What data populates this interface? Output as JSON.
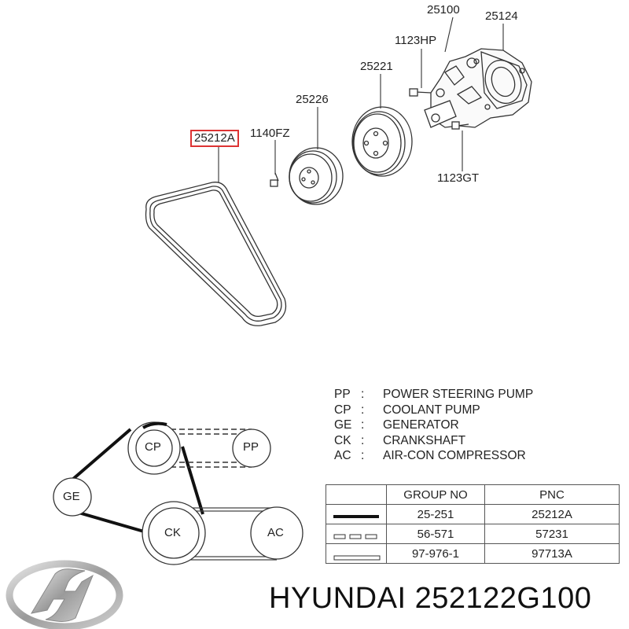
{
  "parts": {
    "p25100": "25100",
    "p25124": "25124",
    "p1123HP": "1123HP",
    "p25221": "25221",
    "p25226": "25226",
    "p25212A": "25212A",
    "p1140FZ": "1140FZ",
    "p1123GT": "1123GT"
  },
  "legend": [
    {
      "code": "PP",
      "sep": ":",
      "desc": "POWER STEERING PUMP"
    },
    {
      "code": "CP",
      "sep": ":",
      "desc": "COOLANT PUMP"
    },
    {
      "code": "GE",
      "sep": ":",
      "desc": "GENERATOR"
    },
    {
      "code": "CK",
      "sep": ":",
      "desc": "CRANKSHAFT"
    },
    {
      "code": "AC",
      "sep": ":",
      "desc": "AIR-CON COMPRESSOR"
    }
  ],
  "routing": {
    "pp": "PP",
    "cp": "CP",
    "ge": "GE",
    "ck": "CK",
    "ac": "AC"
  },
  "table": {
    "headers": [
      "",
      "GROUP NO",
      "PNC"
    ],
    "rows": [
      {
        "line": "solid-thick",
        "group": "25-251",
        "pnc": "25212A"
      },
      {
        "line": "dashed",
        "group": "56-571",
        "pnc": "57231"
      },
      {
        "line": "double-thin",
        "group": "97-976-1",
        "pnc": "97713A"
      }
    ]
  },
  "brand": {
    "text": "HYUNDAI 252122G100",
    "logo_icon": "hyundai-logo-icon"
  }
}
